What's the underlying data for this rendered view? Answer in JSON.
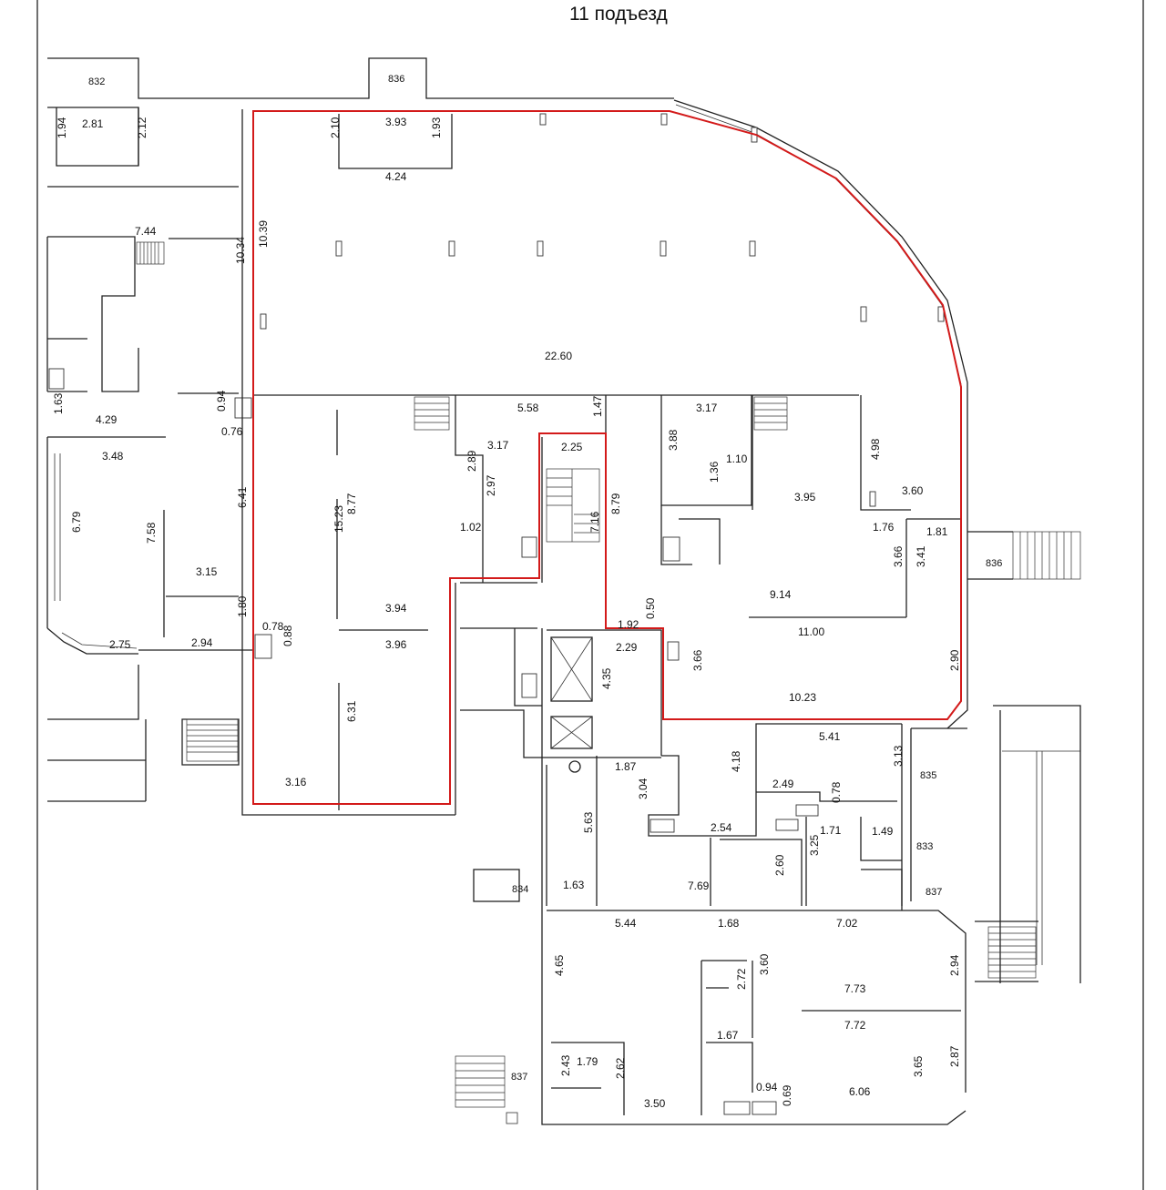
{
  "title": "11 подъезд",
  "accent_color": "#d31a1a",
  "dimensions": [
    {
      "id": "d-832",
      "text": "832",
      "kind": "apt"
    },
    {
      "id": "d-836-top",
      "text": "836",
      "kind": "apt"
    },
    {
      "id": "d-194",
      "text": "1.94",
      "kind": "v"
    },
    {
      "id": "d-281",
      "text": "2.81",
      "kind": "h"
    },
    {
      "id": "d-212",
      "text": "2.12",
      "kind": "v"
    },
    {
      "id": "d-210",
      "text": "2.10",
      "kind": "v"
    },
    {
      "id": "d-393",
      "text": "3.93",
      "kind": "h"
    },
    {
      "id": "d-193",
      "text": "1.93",
      "kind": "v"
    },
    {
      "id": "d-424",
      "text": "4.24",
      "kind": "h"
    },
    {
      "id": "d-744",
      "text": "7.44",
      "kind": "h"
    },
    {
      "id": "d-1039",
      "text": "10.39",
      "kind": "v"
    },
    {
      "id": "d-1034",
      "text": "10.34",
      "kind": "v"
    },
    {
      "id": "d-2260",
      "text": "22.60",
      "kind": "h"
    },
    {
      "id": "d-163a",
      "text": "1.63",
      "kind": "v"
    },
    {
      "id": "d-429",
      "text": "4.29",
      "kind": "h"
    },
    {
      "id": "d-094",
      "text": "0.94",
      "kind": "v"
    },
    {
      "id": "d-076",
      "text": "0.76",
      "kind": "h"
    },
    {
      "id": "d-348",
      "text": "3.48",
      "kind": "h"
    },
    {
      "id": "d-558",
      "text": "5.58",
      "kind": "h"
    },
    {
      "id": "d-147",
      "text": "1.47",
      "kind": "v"
    },
    {
      "id": "d-317a",
      "text": "3.17",
      "kind": "h"
    },
    {
      "id": "d-317b",
      "text": "3.17",
      "kind": "h"
    },
    {
      "id": "d-225",
      "text": "2.25",
      "kind": "h"
    },
    {
      "id": "d-388",
      "text": "3.88",
      "kind": "v"
    },
    {
      "id": "d-110",
      "text": "1.10",
      "kind": "h"
    },
    {
      "id": "d-136",
      "text": "1.36",
      "kind": "v"
    },
    {
      "id": "d-498",
      "text": "4.98",
      "kind": "v"
    },
    {
      "id": "d-395",
      "text": "3.95",
      "kind": "h"
    },
    {
      "id": "d-360",
      "text": "3.60",
      "kind": "h"
    },
    {
      "id": "d-289",
      "text": "2.89",
      "kind": "v"
    },
    {
      "id": "d-297",
      "text": "2.97",
      "kind": "v"
    },
    {
      "id": "d-879",
      "text": "8.79",
      "kind": "v"
    },
    {
      "id": "d-716",
      "text": "7.16",
      "kind": "v"
    },
    {
      "id": "d-641",
      "text": "6.41",
      "kind": "v"
    },
    {
      "id": "d-679",
      "text": "6.79",
      "kind": "v"
    },
    {
      "id": "d-758",
      "text": "7.58",
      "kind": "v"
    },
    {
      "id": "d-1523",
      "text": "15.23",
      "kind": "v"
    },
    {
      "id": "d-877",
      "text": "8.77",
      "kind": "v"
    },
    {
      "id": "d-102",
      "text": "1.02",
      "kind": "h"
    },
    {
      "id": "d-176",
      "text": "1.76",
      "kind": "h"
    },
    {
      "id": "d-181",
      "text": "1.81",
      "kind": "h"
    },
    {
      "id": "d-366a",
      "text": "3.66",
      "kind": "v"
    },
    {
      "id": "d-341",
      "text": "3.41",
      "kind": "v"
    },
    {
      "id": "d-836-right",
      "text": "836",
      "kind": "apt"
    },
    {
      "id": "d-315",
      "text": "3.15",
      "kind": "h"
    },
    {
      "id": "d-914",
      "text": "9.14",
      "kind": "h"
    },
    {
      "id": "d-394",
      "text": "3.94",
      "kind": "h"
    },
    {
      "id": "d-180",
      "text": "1.80",
      "kind": "v"
    },
    {
      "id": "d-078a",
      "text": "0.78",
      "kind": "h"
    },
    {
      "id": "d-088",
      "text": "0.88",
      "kind": "v"
    },
    {
      "id": "d-275",
      "text": "2.75",
      "kind": "h"
    },
    {
      "id": "d-294",
      "text": "2.94",
      "kind": "h"
    },
    {
      "id": "d-396",
      "text": "3.96",
      "kind": "h"
    },
    {
      "id": "d-192",
      "text": "1.92",
      "kind": "h"
    },
    {
      "id": "d-050",
      "text": "0.50",
      "kind": "v"
    },
    {
      "id": "d-1100",
      "text": "11.00",
      "kind": "h"
    },
    {
      "id": "d-229",
      "text": "2.29",
      "kind": "h"
    },
    {
      "id": "d-366b",
      "text": "3.66",
      "kind": "v"
    },
    {
      "id": "d-290",
      "text": "2.90",
      "kind": "v"
    },
    {
      "id": "d-435",
      "text": "4.35",
      "kind": "v"
    },
    {
      "id": "d-1023",
      "text": "10.23",
      "kind": "h"
    },
    {
      "id": "d-631",
      "text": "6.31",
      "kind": "v"
    },
    {
      "id": "d-541",
      "text": "5.41",
      "kind": "h"
    },
    {
      "id": "d-418",
      "text": "4.18",
      "kind": "v"
    },
    {
      "id": "d-313",
      "text": "3.13",
      "kind": "v"
    },
    {
      "id": "d-835",
      "text": "835",
      "kind": "apt"
    },
    {
      "id": "d-187",
      "text": "1.87",
      "kind": "h"
    },
    {
      "id": "d-304",
      "text": "3.04",
      "kind": "v"
    },
    {
      "id": "d-249",
      "text": "2.49",
      "kind": "h"
    },
    {
      "id": "d-078b",
      "text": "0.78",
      "kind": "v"
    },
    {
      "id": "d-316",
      "text": "3.16",
      "kind": "h"
    },
    {
      "id": "d-563",
      "text": "5.63",
      "kind": "v"
    },
    {
      "id": "d-254",
      "text": "2.54",
      "kind": "h"
    },
    {
      "id": "d-171",
      "text": "1.71",
      "kind": "h"
    },
    {
      "id": "d-149",
      "text": "1.49",
      "kind": "h"
    },
    {
      "id": "d-833",
      "text": "833",
      "kind": "apt"
    },
    {
      "id": "d-325",
      "text": "3.25",
      "kind": "v"
    },
    {
      "id": "d-834",
      "text": "834",
      "kind": "apt"
    },
    {
      "id": "d-163b",
      "text": "1.63",
      "kind": "h"
    },
    {
      "id": "d-769",
      "text": "7.69",
      "kind": "h"
    },
    {
      "id": "d-260",
      "text": "2.60",
      "kind": "v"
    },
    {
      "id": "d-837a",
      "text": "837",
      "kind": "apt"
    },
    {
      "id": "d-544",
      "text": "5.44",
      "kind": "h"
    },
    {
      "id": "d-168",
      "text": "1.68",
      "kind": "h"
    },
    {
      "id": "d-702",
      "text": "7.02",
      "kind": "h"
    },
    {
      "id": "d-465",
      "text": "4.65",
      "kind": "v"
    },
    {
      "id": "d-272",
      "text": "2.72",
      "kind": "v"
    },
    {
      "id": "d-360b",
      "text": "3.60",
      "kind": "v"
    },
    {
      "id": "d-773",
      "text": "7.73",
      "kind": "h"
    },
    {
      "id": "d-294b",
      "text": "2.94",
      "kind": "v"
    },
    {
      "id": "d-772",
      "text": "7.72",
      "kind": "h"
    },
    {
      "id": "d-167",
      "text": "1.67",
      "kind": "h"
    },
    {
      "id": "d-243",
      "text": "2.43",
      "kind": "v"
    },
    {
      "id": "d-179",
      "text": "1.79",
      "kind": "h"
    },
    {
      "id": "d-837b",
      "text": "837",
      "kind": "apt"
    },
    {
      "id": "d-262",
      "text": "2.62",
      "kind": "v"
    },
    {
      "id": "d-365",
      "text": "3.65",
      "kind": "v"
    },
    {
      "id": "d-287",
      "text": "2.87",
      "kind": "v"
    },
    {
      "id": "d-094b",
      "text": "0.94",
      "kind": "h"
    },
    {
      "id": "d-069",
      "text": "0.69",
      "kind": "v"
    },
    {
      "id": "d-606",
      "text": "6.06",
      "kind": "h"
    },
    {
      "id": "d-350",
      "text": "3.50",
      "kind": "h"
    }
  ]
}
